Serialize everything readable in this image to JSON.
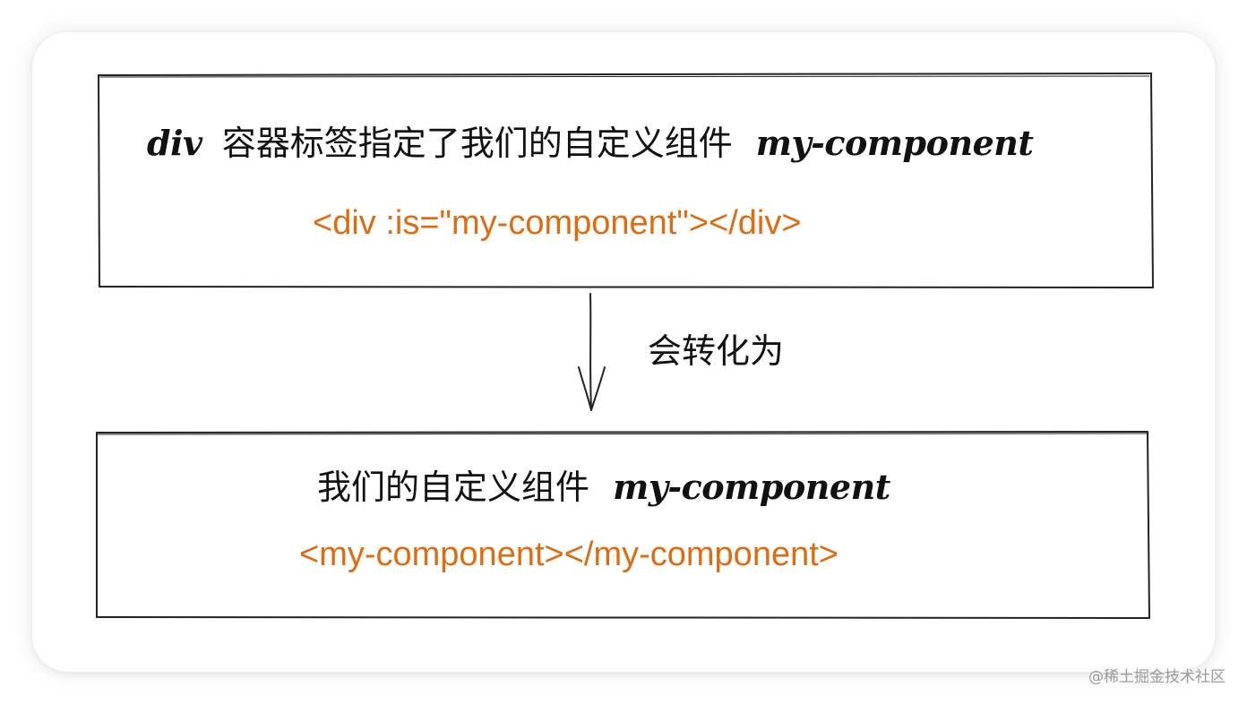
{
  "top_box": {
    "heading_prefix": "div",
    "heading_cn": "容器标签指定了我们的自定义组件",
    "heading_component": "my-component",
    "code": "<div :is=\"my-component\"></div>"
  },
  "arrow_label": "会转化为",
  "bottom_box": {
    "heading_cn": "我们的自定义组件",
    "heading_component": "my-component",
    "code": "<my-component></my-component>"
  },
  "watermark": "@稀土掘金技术社区",
  "colors": {
    "code": "#e06c12",
    "text": "#111111",
    "border": "#222222"
  }
}
